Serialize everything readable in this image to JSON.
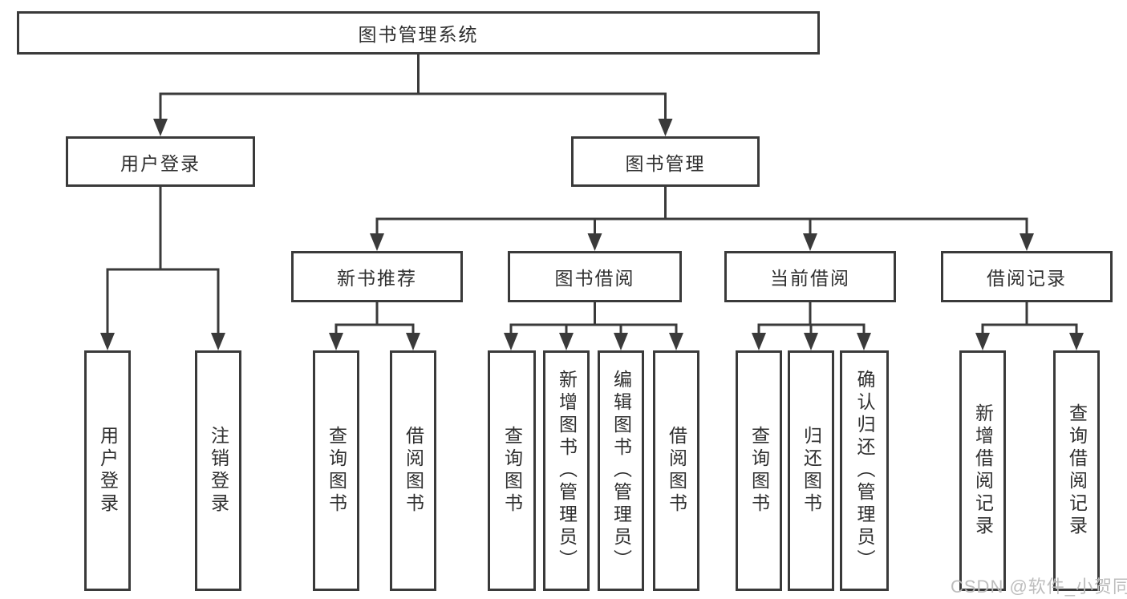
{
  "diagram": {
    "title": "图书管理系统",
    "level1": {
      "user_login": "用户登录",
      "book_mgmt": "图书管理"
    },
    "level2": {
      "new_book_rec": "新书推荐",
      "book_borrow": "图书借阅",
      "current_borrow": "当前借阅",
      "borrow_record": "借阅记录"
    },
    "leaves": {
      "user_login": "用户登录",
      "logout": "注销登录",
      "nb_query": "查询图书",
      "nb_borrow": "借阅图书",
      "bb_query": "查询图书",
      "bb_add": "新增图书（管理员）",
      "bb_edit": "编辑图书（管理员）",
      "bb_borrow": "借阅图书",
      "cb_query": "查询图书",
      "cb_return": "归还图书",
      "cb_confirm": "确认归还（管理员）",
      "br_add": "新增借阅记录",
      "br_query": "查询借阅记录"
    }
  },
  "watermark": "CSDN @软件_小贺同学",
  "colors": {
    "line": "#3a3a3a",
    "text": "#2f2f2f",
    "watermark": "#b9b9b9",
    "background": "#ffffff"
  }
}
